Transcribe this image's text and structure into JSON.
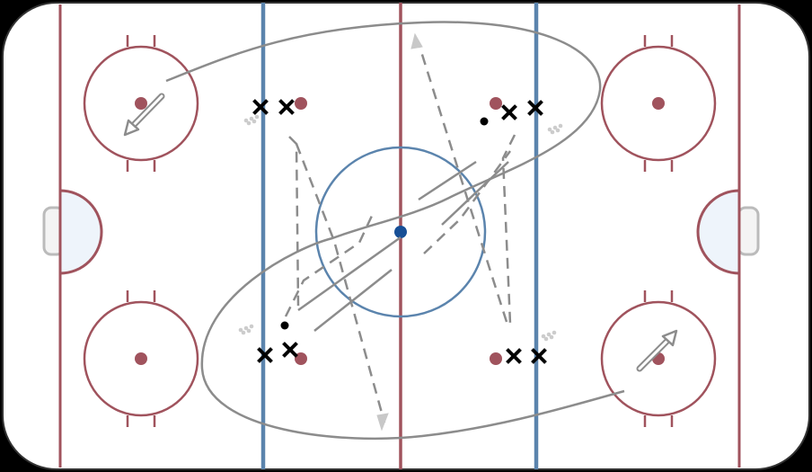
{
  "diagram": {
    "type": "hockey-drill",
    "surface": "full-rink",
    "colors": {
      "ice": "#ffffff",
      "background": "#000000",
      "board": "#333333",
      "red_line": "#a0535d",
      "blue_line": "#5b84ad",
      "faceoff_dot": "#a0535d",
      "center_dot": "#174f96",
      "crease_fill": "#eef4fb",
      "net": "#bbbbbb",
      "player": "#000000",
      "route": "#8c8c8c",
      "puck_pile": "#cccccc"
    },
    "players": [
      {
        "id": "x1",
        "symbol": "X"
      },
      {
        "id": "x2",
        "symbol": "X"
      },
      {
        "id": "x3",
        "symbol": "X"
      },
      {
        "id": "x4",
        "symbol": "X"
      },
      {
        "id": "x5",
        "symbol": "X"
      },
      {
        "id": "x6",
        "symbol": "X"
      },
      {
        "id": "x7",
        "symbol": "X"
      },
      {
        "id": "x8",
        "symbol": "X"
      }
    ],
    "puck_piles": 4,
    "pucks": 2,
    "routes": {
      "skate_loop": 1,
      "pass_dashed": 8,
      "skating_solid": 4,
      "shots": 2
    }
  }
}
